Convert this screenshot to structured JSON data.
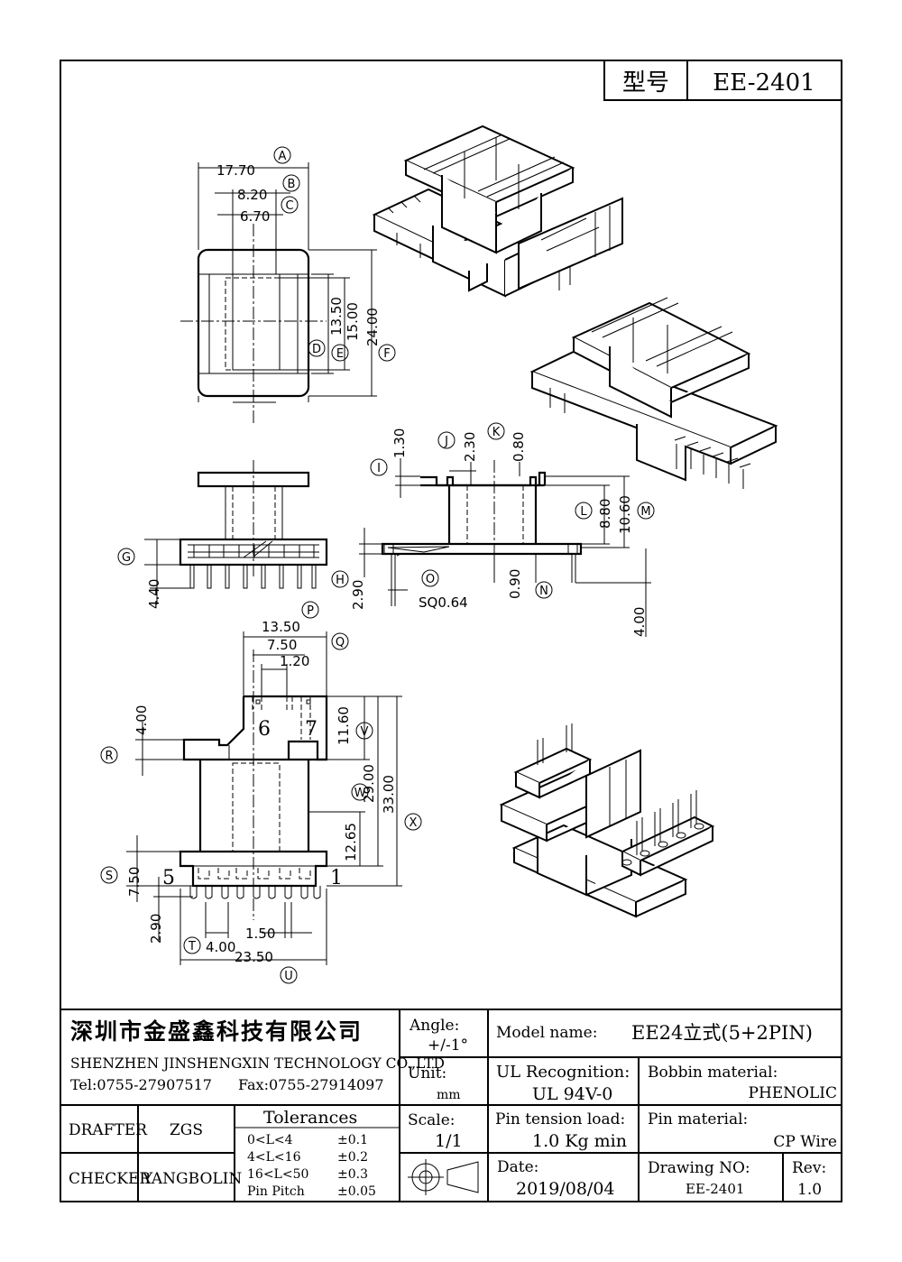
{
  "title_block": {
    "model_label": "型号",
    "model_value": "EE-2401"
  },
  "callouts": {
    "A": "A",
    "B": "B",
    "C": "C",
    "D": "D",
    "E": "E",
    "F": "F",
    "G": "G",
    "H": "H",
    "I": "I",
    "J": "J",
    "K": "K",
    "L": "L",
    "M": "M",
    "N": "N",
    "O": "O",
    "P": "P",
    "Q": "Q",
    "R": "R",
    "S": "S",
    "T": "T",
    "U": "U",
    "V": "V",
    "W": "W",
    "X": "X"
  },
  "dimensions": {
    "a": "17.70",
    "b": "8.20",
    "c": "6.70",
    "d": "13.50",
    "e": "15.00",
    "f": "24.00",
    "g": "4.40",
    "h": "2.90",
    "i": "1.30",
    "j": "2.30",
    "k": "0.80",
    "l": "8.80",
    "m": "10.60",
    "n": "4.00",
    "o": "SQ0.64",
    "n2": "0.90",
    "p": "13.50",
    "q": "7.50",
    "q2": "1.20",
    "r": "4.00",
    "v": "11.60",
    "w": "29.00",
    "x": "33.00",
    "w2": "12.65",
    "s": "7.50",
    "s2": "2.90",
    "t": "4.00",
    "t2": "1.50",
    "u": "23.50"
  },
  "pin_labels": {
    "p6": "6",
    "p7": "7",
    "p5": "5",
    "p1": "1"
  },
  "company": {
    "name_cn": "深圳市金盛鑫科技有限公司",
    "name_en": "SHENZHEN JINSHENGXIN TECHNOLOGY CO.,LTD",
    "tel": "Tel:0755-27907517",
    "fax": "Fax:0755-27914097"
  },
  "fields": {
    "angle_label": "Angle:",
    "angle_value": "+/-1°",
    "model_name_label": "Model name:",
    "model_name_value": "EE24立式(5+2PIN)",
    "unit_label": "Unit:",
    "unit_value": "mm",
    "ul_label": "UL Recognition:",
    "ul_value": "UL 94V-0",
    "bobbin_label": "Bobbin material:",
    "bobbin_value": "PHENOLIC",
    "scale_label": "Scale:",
    "scale_value": "1/1",
    "pin_tension_label": "Pin tension load:",
    "pin_tension_value": "1.0 Kg min",
    "pin_material_label": "Pin material:",
    "pin_material_value": "CP Wire",
    "date_label": "Date:",
    "date_value": "2019/08/04",
    "drawing_no_label": "Drawing NO:",
    "drawing_no_value": "EE-2401",
    "rev_label": "Rev:",
    "rev_value": "1.0"
  },
  "signoff": {
    "drafter_label": "DRAFTER",
    "drafter_value": "ZGS",
    "checker_label": "CHECKER",
    "checker_value": "YANGBOLIN"
  },
  "tolerances": {
    "title": "Tolerances",
    "rows": [
      {
        "range": "0<L<4",
        "value": "±0.1"
      },
      {
        "range": "4<L<16",
        "value": "±0.2"
      },
      {
        "range": "16<L<50",
        "value": "±0.3"
      },
      {
        "range": "Pin Pitch",
        "value": "±0.05"
      }
    ]
  }
}
